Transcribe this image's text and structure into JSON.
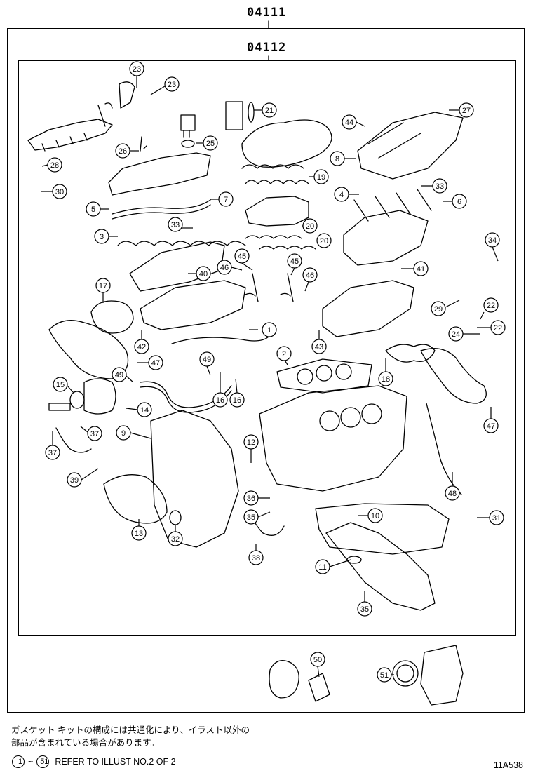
{
  "header": {
    "assembly_number": "04111",
    "subassembly_number": "04112"
  },
  "callouts": [
    {
      "id": "c1",
      "label": "1"
    },
    {
      "id": "c2",
      "label": "2"
    },
    {
      "id": "c3",
      "label": "3"
    },
    {
      "id": "c4",
      "label": "4"
    },
    {
      "id": "c5",
      "label": "5"
    },
    {
      "id": "c6",
      "label": "6"
    },
    {
      "id": "c7",
      "label": "7"
    },
    {
      "id": "c8",
      "label": "8"
    },
    {
      "id": "c9",
      "label": "9"
    },
    {
      "id": "c10",
      "label": "10"
    },
    {
      "id": "c11",
      "label": "11"
    },
    {
      "id": "c12",
      "label": "12"
    },
    {
      "id": "c13",
      "label": "13"
    },
    {
      "id": "c14",
      "label": "14"
    },
    {
      "id": "c15",
      "label": "15"
    },
    {
      "id": "c16a",
      "label": "16"
    },
    {
      "id": "c16b",
      "label": "16"
    },
    {
      "id": "c17",
      "label": "17"
    },
    {
      "id": "c18",
      "label": "18"
    },
    {
      "id": "c19",
      "label": "19"
    },
    {
      "id": "c20a",
      "label": "20"
    },
    {
      "id": "c20b",
      "label": "20"
    },
    {
      "id": "c21",
      "label": "21"
    },
    {
      "id": "c22a",
      "label": "22"
    },
    {
      "id": "c22b",
      "label": "22"
    },
    {
      "id": "c23a",
      "label": "23"
    },
    {
      "id": "c23b",
      "label": "23"
    },
    {
      "id": "c24",
      "label": "24"
    },
    {
      "id": "c25",
      "label": "25"
    },
    {
      "id": "c26",
      "label": "26"
    },
    {
      "id": "c27",
      "label": "27"
    },
    {
      "id": "c28",
      "label": "28"
    },
    {
      "id": "c29",
      "label": "29"
    },
    {
      "id": "c30",
      "label": "30"
    },
    {
      "id": "c31",
      "label": "31"
    },
    {
      "id": "c32",
      "label": "32"
    },
    {
      "id": "c33a",
      "label": "33"
    },
    {
      "id": "c33b",
      "label": "33"
    },
    {
      "id": "c34",
      "label": "34"
    },
    {
      "id": "c35",
      "label": "35"
    },
    {
      "id": "c36a",
      "label": "36"
    },
    {
      "id": "c36b",
      "label": "35"
    },
    {
      "id": "c37a",
      "label": "37"
    },
    {
      "id": "c37b",
      "label": "37"
    },
    {
      "id": "c38",
      "label": "38"
    },
    {
      "id": "c39",
      "label": "39"
    },
    {
      "id": "c40",
      "label": "40"
    },
    {
      "id": "c41",
      "label": "41"
    },
    {
      "id": "c42",
      "label": "42"
    },
    {
      "id": "c43",
      "label": "43"
    },
    {
      "id": "c44",
      "label": "44"
    },
    {
      "id": "c45a",
      "label": "45"
    },
    {
      "id": "c45b",
      "label": "45"
    },
    {
      "id": "c46a",
      "label": "46"
    },
    {
      "id": "c46b",
      "label": "46"
    },
    {
      "id": "c47a",
      "label": "47"
    },
    {
      "id": "c47b",
      "label": "47"
    },
    {
      "id": "c48",
      "label": "48"
    },
    {
      "id": "c49a",
      "label": "49"
    },
    {
      "id": "c49b",
      "label": "49"
    },
    {
      "id": "c50",
      "label": "50"
    },
    {
      "id": "c51",
      "label": "51"
    }
  ],
  "notes": {
    "japanese_line1": "ガスケット キットの構成には共通化により、イラスト以外の",
    "japanese_line2": "部品が含まれている場合があります。",
    "range_start": "1",
    "range_sep": "~",
    "range_end": "51",
    "refer_text": "REFER TO ILLUST NO.2 OF 2"
  },
  "illustration_code": "11A538"
}
